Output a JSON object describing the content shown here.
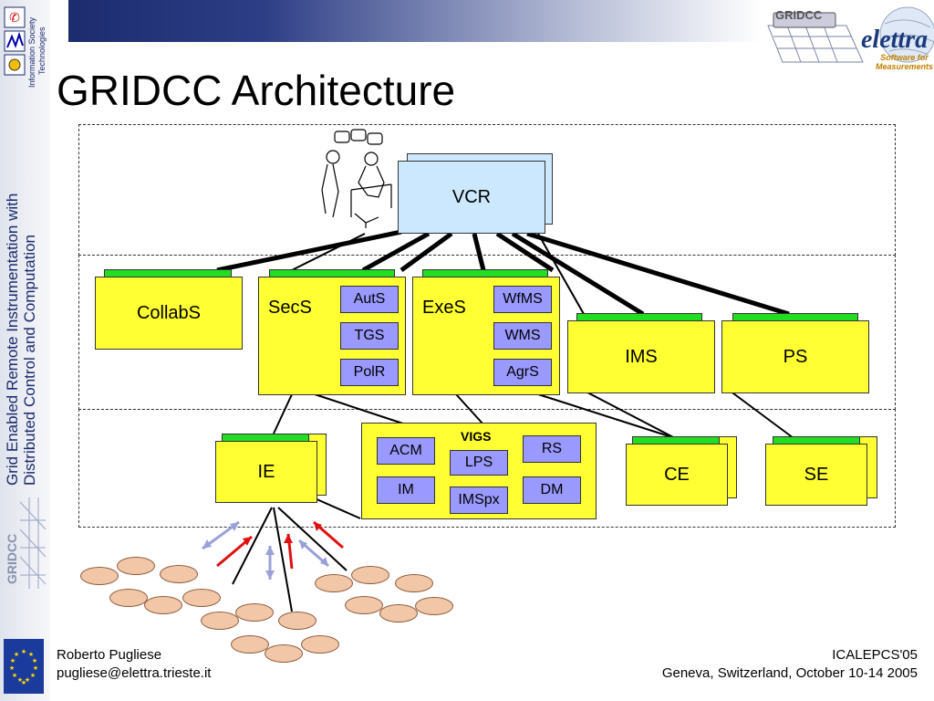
{
  "title": "GRIDCC Architecture",
  "sidebar": {
    "vertical_title_line1": "Grid Enabled Remote Instrumentation with",
    "vertical_title_line2": "Distributed Control and Computation",
    "ist_line1": "Information Society",
    "ist_line2": "Technologies",
    "gridcc_logo": "GRIDCC"
  },
  "header": {
    "gridcc_logo": "GRIDCC",
    "elettra_logo": "elettra",
    "elettra_tagline_line1": "Software for",
    "elettra_tagline_line2": "Measurements"
  },
  "diagram": {
    "vcr": "VCR",
    "collabs": "CollabS",
    "secs": "SecS",
    "auts": "AutS",
    "tgs": "TGS",
    "polr": "PolR",
    "exes": "ExeS",
    "wfms": "WfMS",
    "wms": "WMS",
    "agrs": "AgrS",
    "ims": "IMS",
    "ps": "PS",
    "ie": "IE",
    "vigs": "VIGS",
    "acm": "ACM",
    "lps": "LPS",
    "rs": "RS",
    "im": "IM",
    "imspx": "IMSpx",
    "dm": "DM",
    "ce": "CE",
    "se": "SE"
  },
  "footer": {
    "author": "Roberto Pugliese",
    "email": "pugliese@elettra.trieste.it",
    "conference": "ICALEPCS'05",
    "location": "Geneva, Switzerland, October 10-14 2005"
  },
  "colors": {
    "box_yellow": "#ffff33",
    "tab_green": "#22dd22",
    "service_purple": "#9999ff",
    "vcr_blue": "#cce8ff",
    "brand_navy": "#1a2a6c"
  }
}
